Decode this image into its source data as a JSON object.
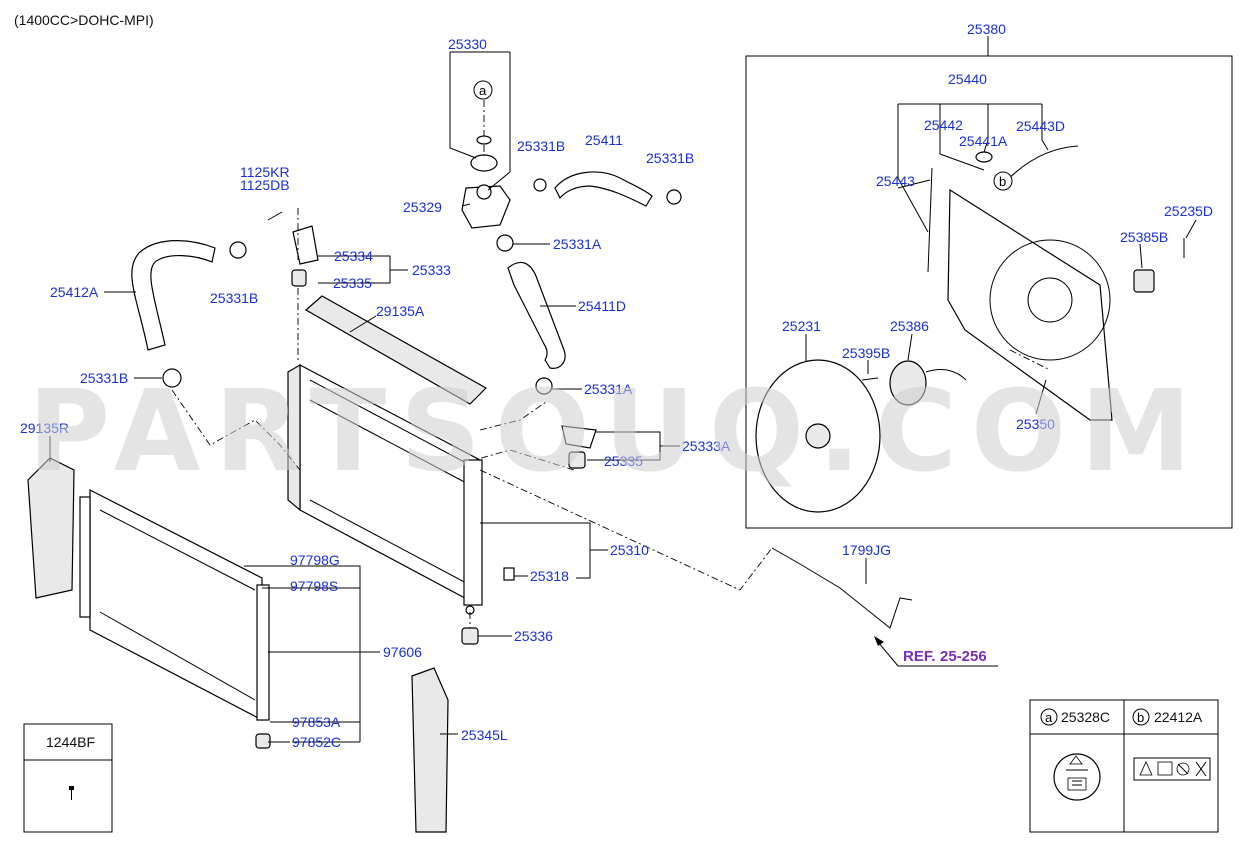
{
  "header": {
    "engine_spec": "(1400CC>DOHC-MPI)"
  },
  "watermark": {
    "text": "PARTSOUQ.COM"
  },
  "reference": {
    "prefix": "REF.",
    "code": "25-256"
  },
  "callout_letters": {
    "a": "a",
    "b": "b"
  },
  "legend": {
    "item_a": {
      "letter": "a",
      "part": "25328C"
    },
    "item_b": {
      "letter": "b",
      "part": "22412A"
    }
  },
  "inset_bolt": {
    "part": "1244BF"
  },
  "labels": {
    "p25330": "25330",
    "p25331b_top": "25331B",
    "p25411": "25411",
    "p25331b_right": "25331B",
    "p25329": "25329",
    "p25331a_upper": "25331A",
    "p25411d": "25411D",
    "p25331a_lower": "25331A",
    "p25333a": "25333A",
    "p25335_lower": "25335",
    "p1125kr": "1125KR",
    "p1125db": "1125DB",
    "p25334": "25334",
    "p25335_upper": "25335",
    "p25333": "25333",
    "p25412a": "25412A",
    "p25331b_left": "25331B",
    "p29135a": "29135A",
    "p25331b_mid": "25331B",
    "p29135r": "29135R",
    "p25310": "25310",
    "p25318": "25318",
    "p25336": "25336",
    "p97798g": "97798G",
    "p97798s": "97798S",
    "p97606": "97606",
    "p97853a": "97853A",
    "p97852c": "97852C",
    "p25345l": "25345L",
    "p25380": "25380",
    "p25440": "25440",
    "p25442": "25442",
    "p25441a": "25441A",
    "p25443d": "25443D",
    "p25443": "25443",
    "p25235d": "25235D",
    "p25385b": "25385B",
    "p25231": "25231",
    "p25386": "25386",
    "p25395b": "25395B",
    "p25350": "25350",
    "p1799jg": "1799JG"
  }
}
